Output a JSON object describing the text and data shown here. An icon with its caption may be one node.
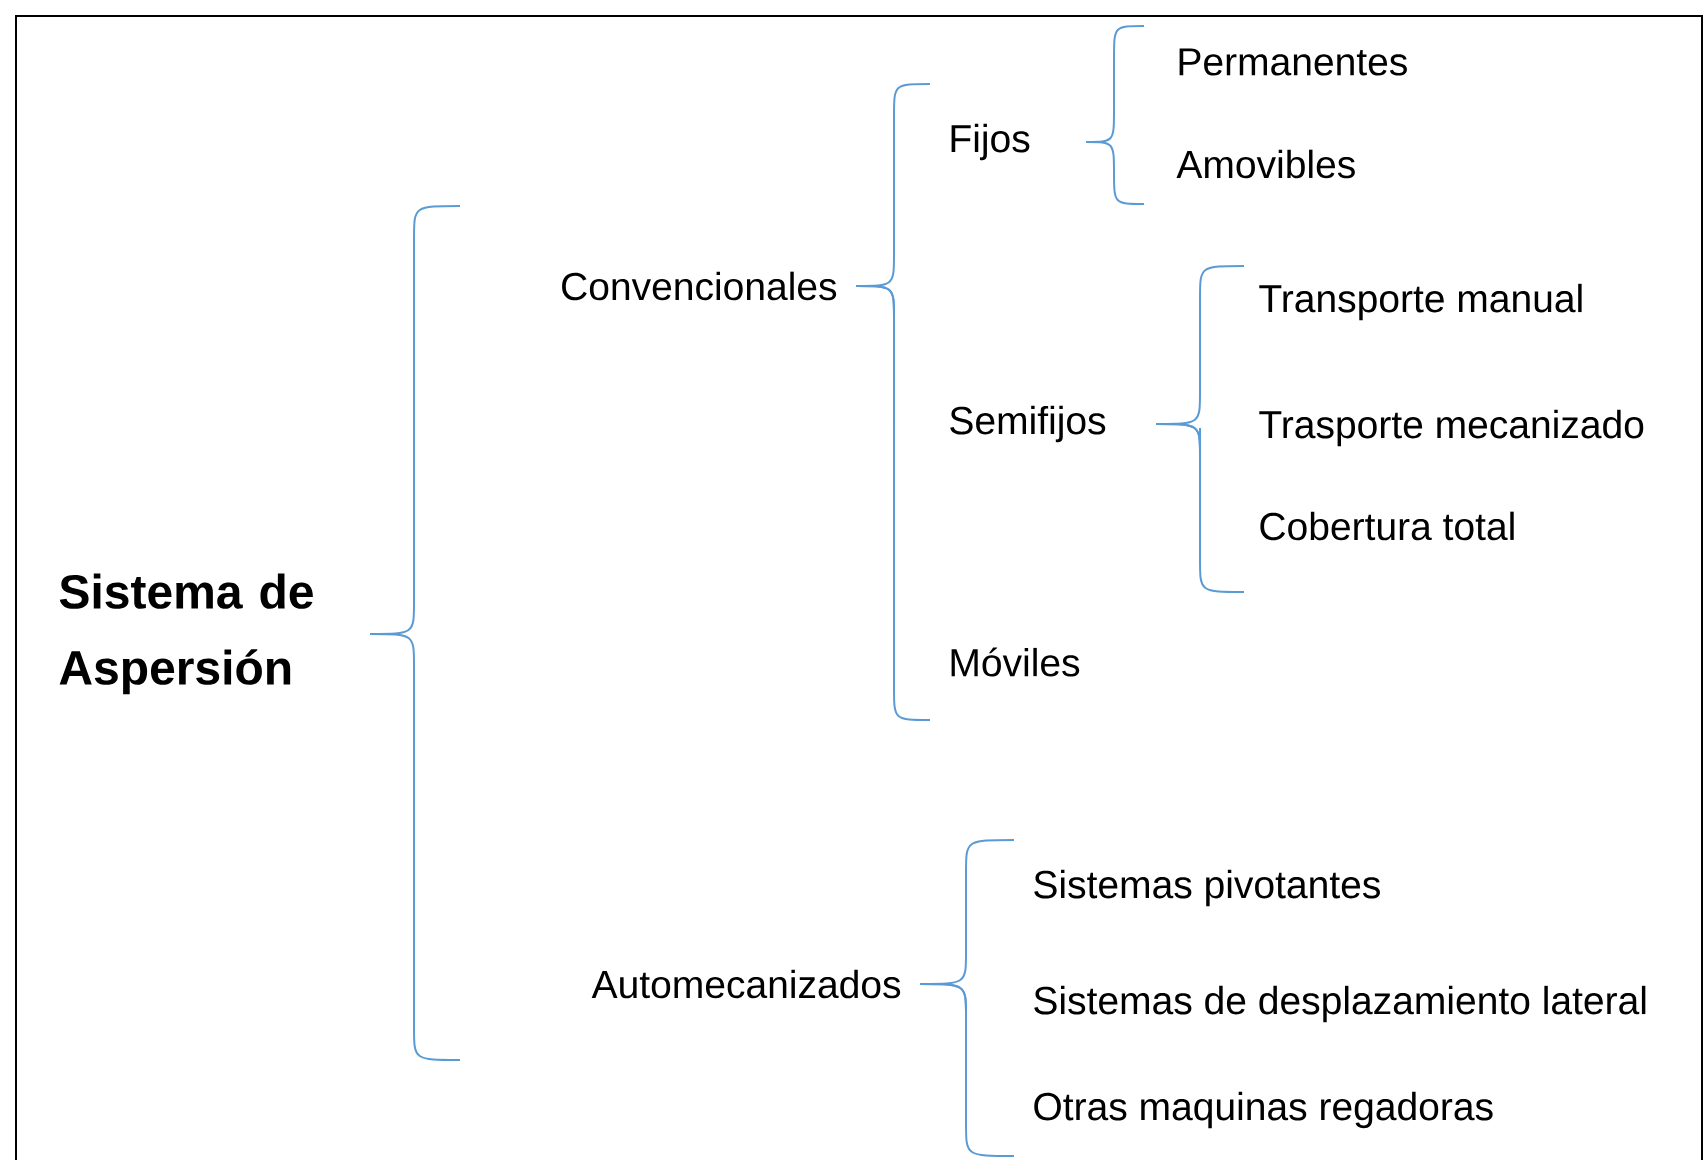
{
  "diagram": {
    "nodes": [
      {
        "text": [
          "Sistema de Aspersión"
        ]
      },
      {
        "text": [
          "Convencionales"
        ]
      },
      {
        "text": [
          "Automecanizados"
        ]
      },
      {
        "text": [
          "Fijos"
        ]
      },
      {
        "text": [
          "Semifijos"
        ]
      },
      {
        "text": [
          "Móviles"
        ]
      },
      {
        "text": [
          "Permanentes"
        ]
      },
      {
        "text": [
          "Amovibles"
        ]
      },
      {
        "text": [
          "Transporte manual"
        ]
      },
      {
        "text": [
          "Trasporte mecanizado"
        ]
      },
      {
        "text": [
          "Cobertura total"
        ]
      },
      {
        "text": [
          "Sistemas pivotantes"
        ]
      },
      {
        "text": [
          "Sistemas de desplazamiento lateral"
        ]
      },
      {
        "text": [
          "Otras maquinas regadoras"
        ]
      }
    ],
    "edges": [
      {
        "from": 0,
        "to": 1,
        "arrow": "none"
      },
      {
        "from": 0,
        "to": 2,
        "arrow": "none"
      },
      {
        "from": 1,
        "to": 3,
        "arrow": "none"
      },
      {
        "from": 1,
        "to": 4,
        "arrow": "none"
      },
      {
        "from": 1,
        "to": 5,
        "arrow": "none"
      },
      {
        "from": 3,
        "to": 6,
        "arrow": "none"
      },
      {
        "from": 3,
        "to": 7,
        "arrow": "none"
      },
      {
        "from": 4,
        "to": 8,
        "arrow": "none"
      },
      {
        "from": 4,
        "to": 9,
        "arrow": "none"
      },
      {
        "from": 4,
        "to": 10,
        "arrow": "none"
      },
      {
        "from": 2,
        "to": 11,
        "arrow": "none"
      },
      {
        "from": 2,
        "to": 12,
        "arrow": "none"
      },
      {
        "from": 2,
        "to": 13,
        "arrow": "none"
      }
    ]
  }
}
